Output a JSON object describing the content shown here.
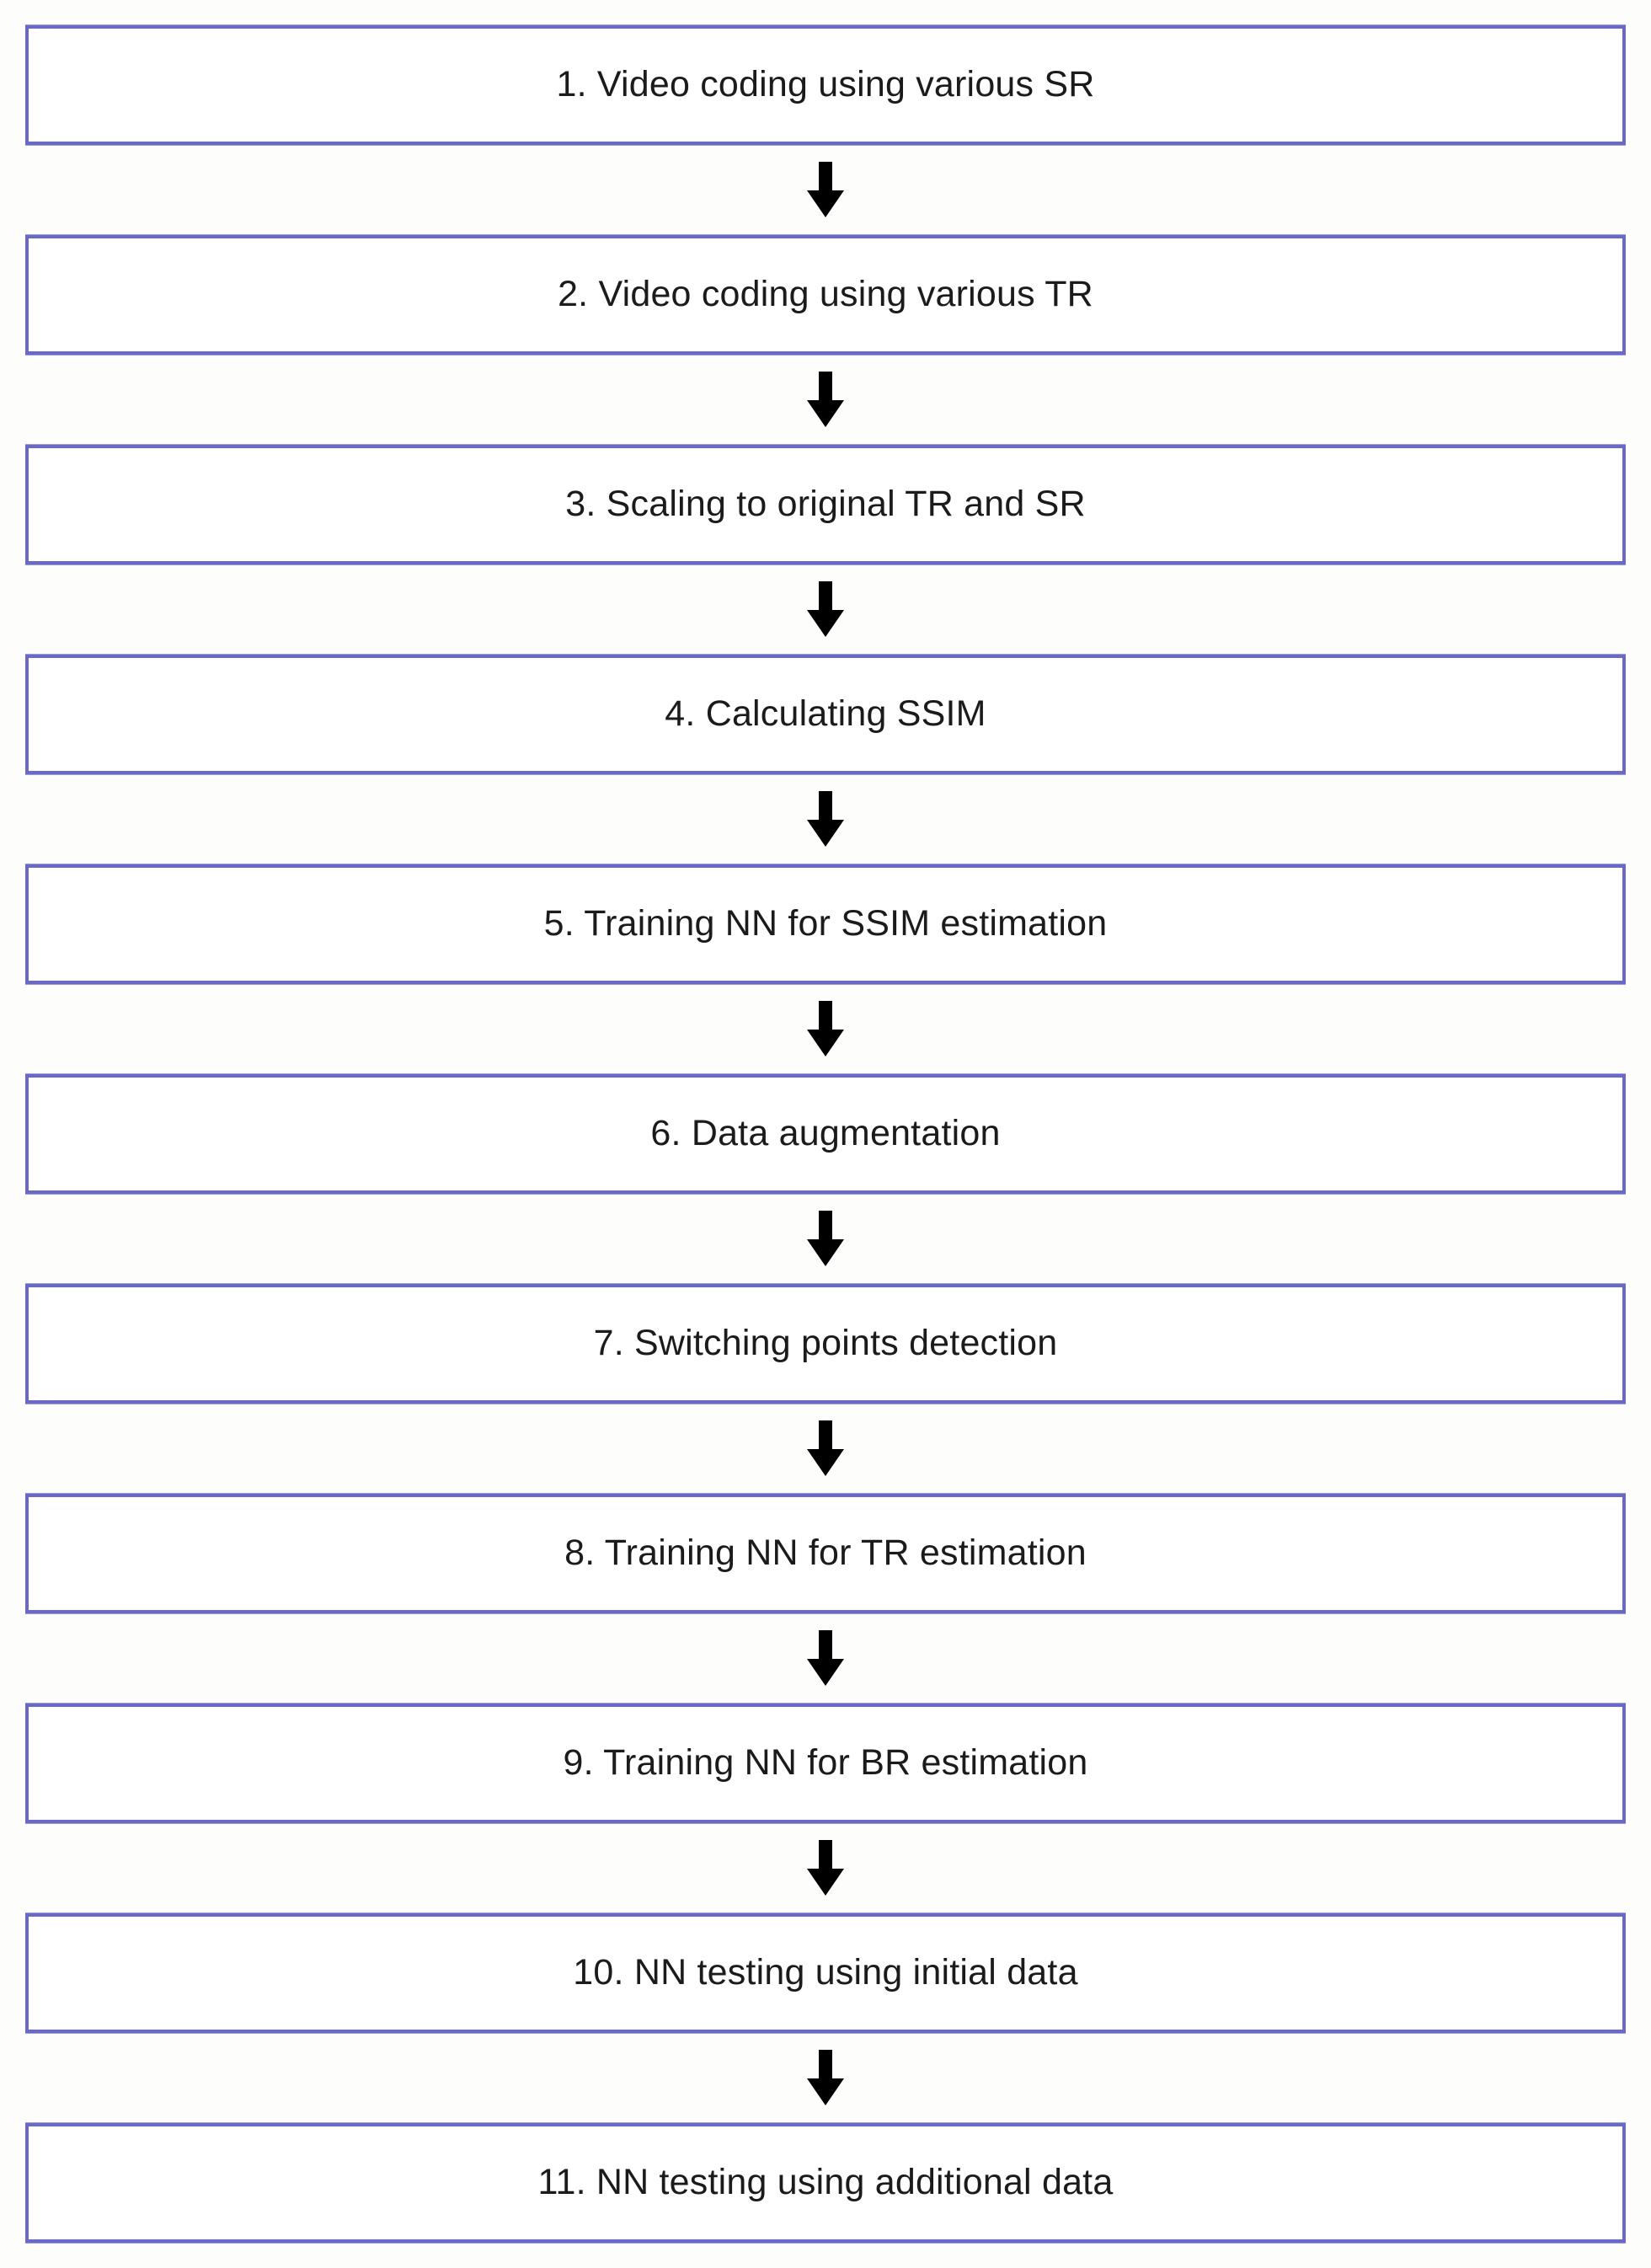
{
  "diagram": {
    "type": "vertical-flowchart",
    "title": "",
    "orientation": "top-to-bottom",
    "box_border_color": "#6a6ac6",
    "box_fill_color": "#ffffff",
    "background_color": "#fdfdfb",
    "text_color": "#1b1b1b",
    "connector": {
      "icon": "arrow-down-icon",
      "color": "#000000",
      "count": 10
    },
    "steps": [
      {
        "index": 1,
        "label": "1. Video coding using various SR"
      },
      {
        "index": 2,
        "label": "2. Video coding using various TR"
      },
      {
        "index": 3,
        "label": "3. Scaling to original TR and SR"
      },
      {
        "index": 4,
        "label": "4. Calculating SSIM"
      },
      {
        "index": 5,
        "label": "5. Training NN for SSIM estimation"
      },
      {
        "index": 6,
        "label": "6. Data augmentation"
      },
      {
        "index": 7,
        "label": "7. Switching points detection"
      },
      {
        "index": 8,
        "label": "8. Training NN for TR estimation"
      },
      {
        "index": 9,
        "label": "9. Training NN for BR estimation"
      },
      {
        "index": 10,
        "label": "10. NN testing using initial data"
      },
      {
        "index": 11,
        "label": "11. NN testing using additional data"
      }
    ]
  }
}
